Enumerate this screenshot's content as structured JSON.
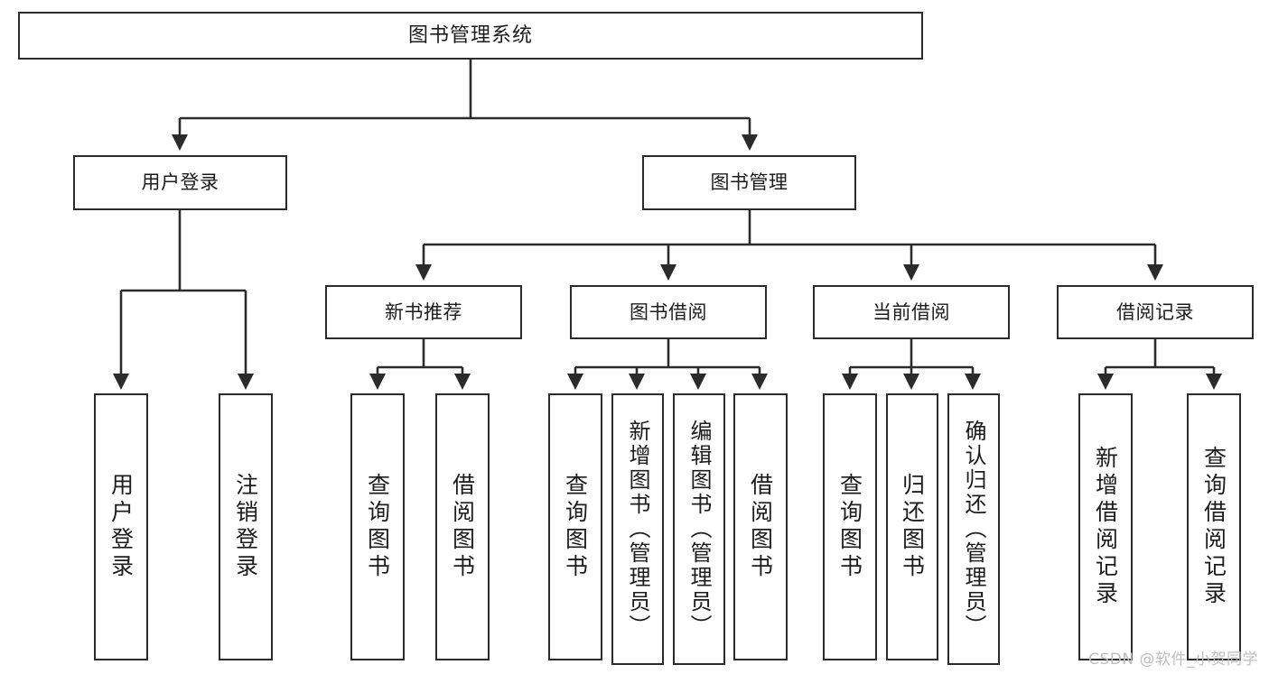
{
  "diagram": {
    "title": "图书管理系统",
    "type": "tree-hierarchy",
    "stroke_color": "#2b2b2b",
    "text_color": "#1c1c1c",
    "background_color": "#ffffff",
    "watermark": "CSDN @软件_小贺同学",
    "nodes": {
      "root": {
        "label": "图书管理系统"
      },
      "level1": [
        {
          "id": "user-login",
          "label": "用户登录"
        },
        {
          "id": "book-manage",
          "label": "图书管理"
        }
      ],
      "level2": [
        {
          "id": "new-book-recommend",
          "label": "新书推荐"
        },
        {
          "id": "book-borrow",
          "label": "图书借阅"
        },
        {
          "id": "current-borrow",
          "label": "当前借阅"
        },
        {
          "id": "borrow-record",
          "label": "借阅记录"
        }
      ],
      "leaves": {
        "user_login": [
          {
            "id": "leaf-user-login",
            "label": "用户登录"
          },
          {
            "id": "leaf-logout-login",
            "label": "注销登录"
          }
        ],
        "new_book_recommend": [
          {
            "id": "leaf-query-book-1",
            "label": "查询图书"
          },
          {
            "id": "leaf-borrow-book-1",
            "label": "借阅图书"
          }
        ],
        "book_borrow": [
          {
            "id": "leaf-query-book-2",
            "label": "查询图书"
          },
          {
            "id": "leaf-add-book",
            "label": "新增图书（管理员）"
          },
          {
            "id": "leaf-edit-book",
            "label": "编辑图书（管理员）"
          },
          {
            "id": "leaf-borrow-book-2",
            "label": "借阅图书"
          }
        ],
        "current_borrow": [
          {
            "id": "leaf-query-book-3",
            "label": "查询图书"
          },
          {
            "id": "leaf-return-book",
            "label": "归还图书"
          },
          {
            "id": "leaf-confirm-return",
            "label": "确认归还（管理员）"
          }
        ],
        "borrow_record": [
          {
            "id": "leaf-add-record",
            "label": "新增借阅记录"
          },
          {
            "id": "leaf-query-record",
            "label": "查询借阅记录"
          }
        ]
      }
    }
  }
}
